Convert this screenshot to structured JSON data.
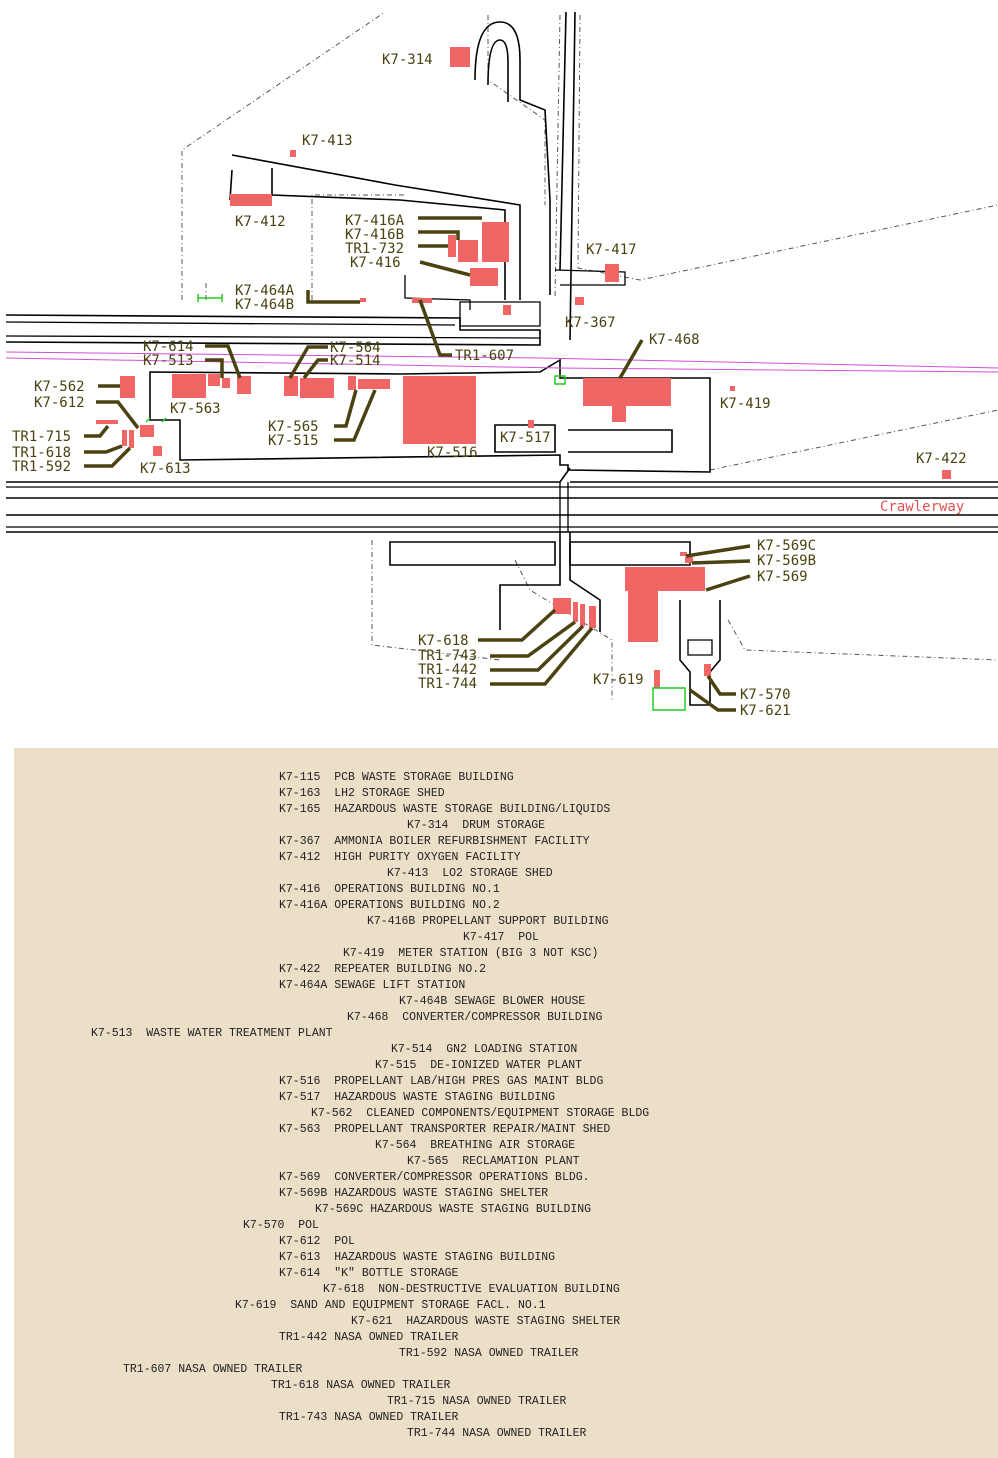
{
  "map": {
    "road_label": "Crawlerway",
    "colors": {
      "building": "#f26565",
      "label": "#4a4210",
      "road": "#000000",
      "rail": "#d04fd8",
      "road_label": "#e05050",
      "green": "#22cc22",
      "panel": "#ecdfc8"
    },
    "labels": {
      "k7_314": "K7-314",
      "k7_413": "K7-413",
      "k7_412": "K7-412",
      "k7_416a": "K7-416A",
      "k7_416b": "K7-416B",
      "tr1_732": "TR1-732",
      "k7_416": "K7-416",
      "k7_417": "K7-417",
      "k7_464a": "K7-464A",
      "k7_464b": "K7-464B",
      "k7_367": "K7-367",
      "tr1_607": "TR1-607",
      "k7_468": "K7-468",
      "k7_614": "K7-614",
      "k7_513": "K7-513",
      "k7_564": "K7-564",
      "k7_514": "K7-514",
      "k7_562": "K7-562",
      "k7_612": "K7-612",
      "k7_563": "K7-563",
      "k7_419": "K7-419",
      "k7_565": "K7-565",
      "k7_515": "K7-515",
      "tr1_715": "TR1-715",
      "tr1_618": "TR1-618",
      "tr1_592": "TR1-592",
      "k7_613": "K7-613",
      "k7_516": "K7-516",
      "k7_517": "K7-517",
      "k7_422": "K7-422",
      "k7_569c": "K7-569C",
      "k7_569b": "K7-569B",
      "k7_569": "K7-569",
      "k7_618": "K7-618",
      "tr1_743": "TR1-743",
      "tr1_442": "TR1-442",
      "tr1_744": "TR1-744",
      "k7_619": "K7-619",
      "k7_570": "K7-570",
      "k7_621": "K7-621"
    }
  },
  "legend": [
    "K7-115  PCB WASTE STORAGE BUILDING",
    "K7-163  LH2 STORAGE SHED",
    "K7-165  HAZARDOUS WASTE STORAGE BUILDING/LIQUIDS",
    "K7-314  DRUM STORAGE",
    "K7-367  AMMONIA BOILER REFURBISHMENT FACILITY",
    "K7-412  HIGH PURITY OXYGEN FACILITY",
    "K7-413  LO2 STORAGE SHED",
    "K7-416  OPERATIONS BUILDING NO.1",
    "K7-416A OPERATIONS BUILDING NO.2",
    "K7-416B PROPELLANT SUPPORT BUILDING",
    "K7-417  POL",
    "K7-419  METER STATION (BIG 3 NOT KSC)",
    "K7-422  REPEATER BUILDING NO.2",
    "K7-464A SEWAGE LIFT STATION",
    "K7-464B SEWAGE BLOWER HOUSE",
    "K7-468  CONVERTER/COMPRESSOR BUILDING",
    "K7-513  WASTE WATER TREATMENT PLANT",
    "K7-514  GN2 LOADING STATION",
    "K7-515  DE-IONIZED WATER PLANT",
    "K7-516  PROPELLANT LAB/HIGH PRES GAS MAINT BLDG",
    "K7-517  HAZARDOUS WASTE STAGING BUILDING",
    "K7-562  CLEANED COMPONENTS/EQUIPMENT STORAGE BLDG",
    "K7-563  PROPELLANT TRANSPORTER REPAIR/MAINT SHED",
    "K7-564  BREATHING AIR STORAGE",
    "K7-565  RECLAMATION PLANT",
    "K7-569  CONVERTER/COMPRESSOR OPERATIONS BLDG.",
    "K7-569B HAZARDOUS WASTE STAGING SHELTER",
    "K7-569C HAZARDOUS WASTE STAGING BUILDING",
    "K7-570  POL",
    "K7-612  POL",
    "K7-613  HAZARDOUS WASTE STAGING BUILDING",
    "K7-614  \"K\" BOTTLE STORAGE",
    "K7-618  NON-DESTRUCTIVE EVALUATION BUILDING",
    "K7-619  SAND AND EQUIPMENT STORAGE FACL. NO.1",
    "K7-621  HAZARDOUS WASTE STAGING SHELTER",
    "TR1-442 NASA OWNED TRAILER",
    "TR1-592 NASA OWNED TRAILER",
    "TR1-607 NASA OWNED TRAILER",
    "TR1-618 NASA OWNED TRAILER",
    "TR1-715 NASA OWNED TRAILER",
    "TR1-743 NASA OWNED TRAILER",
    "TR1-744 NASA OWNED TRAILER"
  ]
}
